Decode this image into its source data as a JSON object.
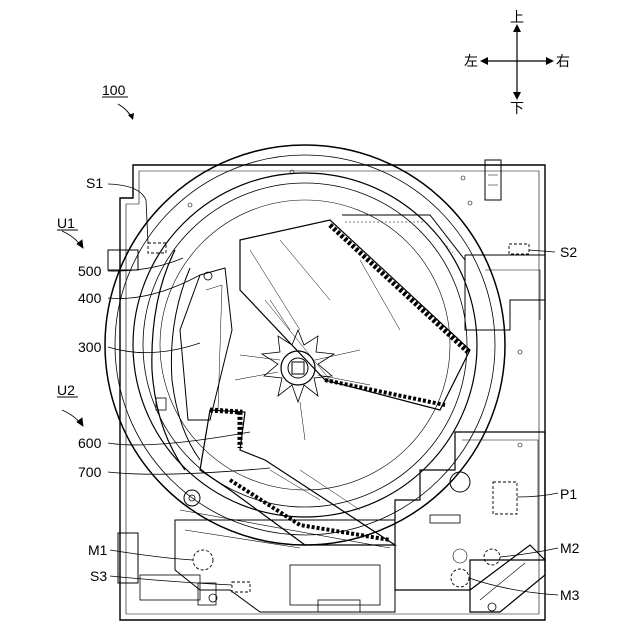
{
  "compass": {
    "up": "上",
    "down": "下",
    "left": "左",
    "right": "右"
  },
  "figure_ref": "100",
  "labels": {
    "S1": "S1",
    "S2": "S2",
    "S3": "S3",
    "U1": "U1",
    "U2": "U2",
    "n500": "500",
    "n400": "400",
    "n300": "300",
    "n600": "600",
    "n700": "700",
    "P1": "P1",
    "M1": "M1",
    "M2": "M2",
    "M3": "M3"
  }
}
